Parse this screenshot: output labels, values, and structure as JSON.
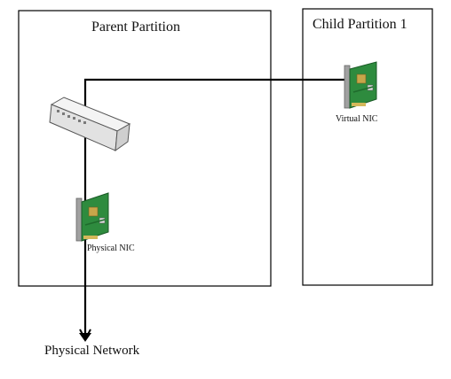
{
  "partitions": {
    "parent": {
      "title": "Parent Partition"
    },
    "child": {
      "title": "Child Partition 1"
    }
  },
  "devices": {
    "virtual_nic": {
      "label": "Virtual NIC",
      "icon": "network-card-icon"
    },
    "physical_nic": {
      "label": "Physical NIC",
      "icon": "network-card-icon"
    },
    "switch": {
      "icon": "network-switch-icon"
    }
  },
  "network": {
    "label": "Physical Network"
  },
  "colors": {
    "line": "#000000",
    "card_green": "#2e8b3e",
    "card_dark": "#1f6b2c",
    "chip_gold": "#c8a64a",
    "bracket_gray": "#9a9a9a",
    "switch_face": "#e9e9e9"
  }
}
